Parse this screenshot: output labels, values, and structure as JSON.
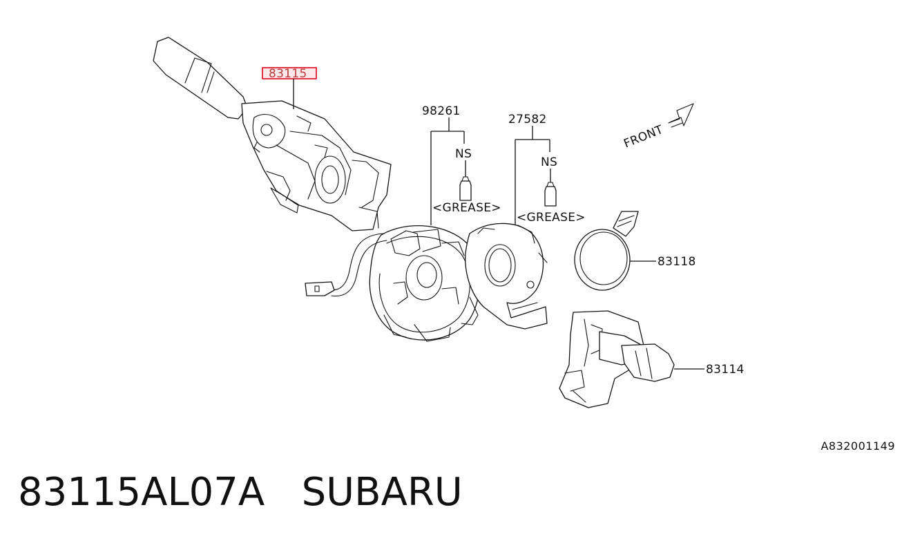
{
  "diagram": {
    "callouts": {
      "combination_switch_right": "83115",
      "grease_a_part": "98261",
      "grease_a_ns": "NS",
      "grease_a_label": "<GREASE>",
      "grease_b_part": "27582",
      "grease_b_ns": "NS",
      "grease_b_label": "<GREASE>",
      "ring": "83118",
      "combination_switch_left": "83114"
    },
    "front_label": "FRONT",
    "highlighted_part": "83115",
    "highlight_color": "#e0001b",
    "figure_ref": "A832001149"
  },
  "footer": {
    "part_number": "83115AL07A",
    "brand": "SUBARU"
  }
}
